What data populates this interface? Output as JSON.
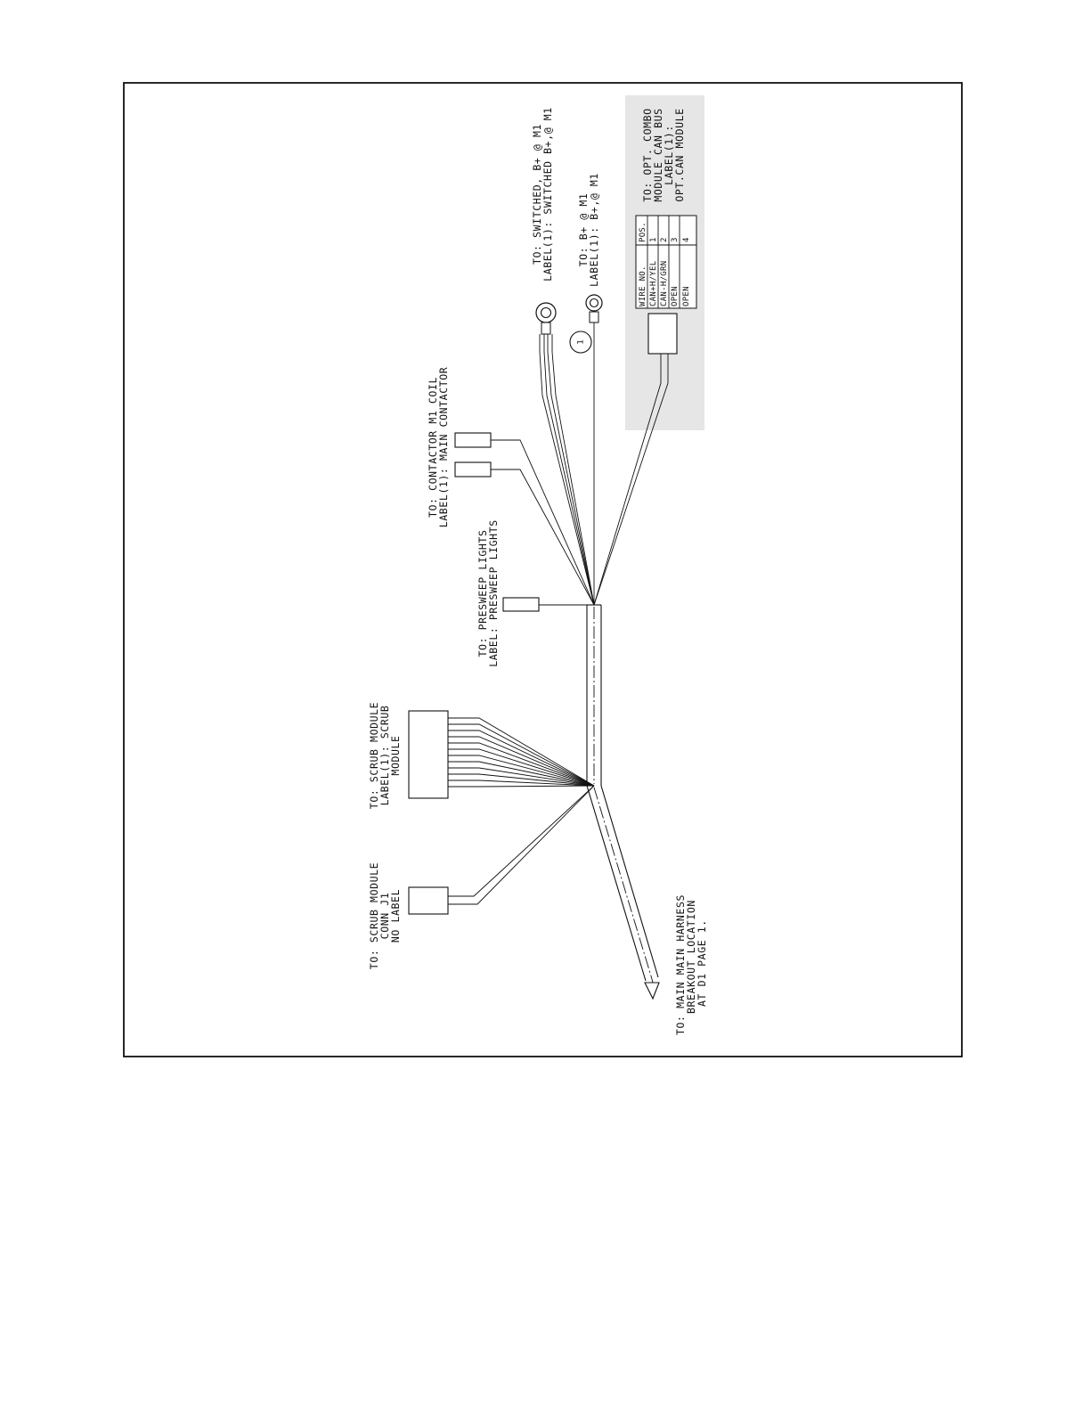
{
  "labels": {
    "scrub_j1": [
      "TO: SCRUB MODULE",
      "CONN J1",
      "NO LABEL"
    ],
    "scrub_module": [
      "TO: SCRUB MODULE",
      "LABEL(1): SCRUB",
      "MODULE"
    ],
    "presweep": [
      "TO: PRESWEEP LIGHTS",
      "LABEL: PRESWEEP LIGHTS"
    ],
    "contactor": [
      "TO: CONTACTOR M1 COIL",
      "LABEL(1): MAIN CONTACTOR"
    ],
    "switched": [
      "TO: SWITCHED, B+ @ M1",
      "LABEL(1): SWITCHED B+,@ M1"
    ],
    "bplus": [
      "TO: B+ @ M1",
      "LABEL(1): B+,@ M1"
    ],
    "can_module": [
      "TO: OPT. COMBO",
      "MODULE CAN BUS",
      "LABEL(1):",
      "OPT.CAN MODULE"
    ],
    "main_harness": [
      "TO: MAIN MAIN HARNESS",
      "BREAKOUT LOCATION",
      "AT D1 PAGE 1."
    ]
  },
  "ring_marker": "1",
  "can_table": {
    "headers": [
      "WIRE NO.",
      "POS."
    ],
    "rows": [
      [
        "CAN+H/YEL",
        "1"
      ],
      [
        "CAN-H/GRN",
        "2"
      ],
      [
        "OPEN",
        "3"
      ],
      [
        "OPEN",
        "4"
      ]
    ]
  }
}
